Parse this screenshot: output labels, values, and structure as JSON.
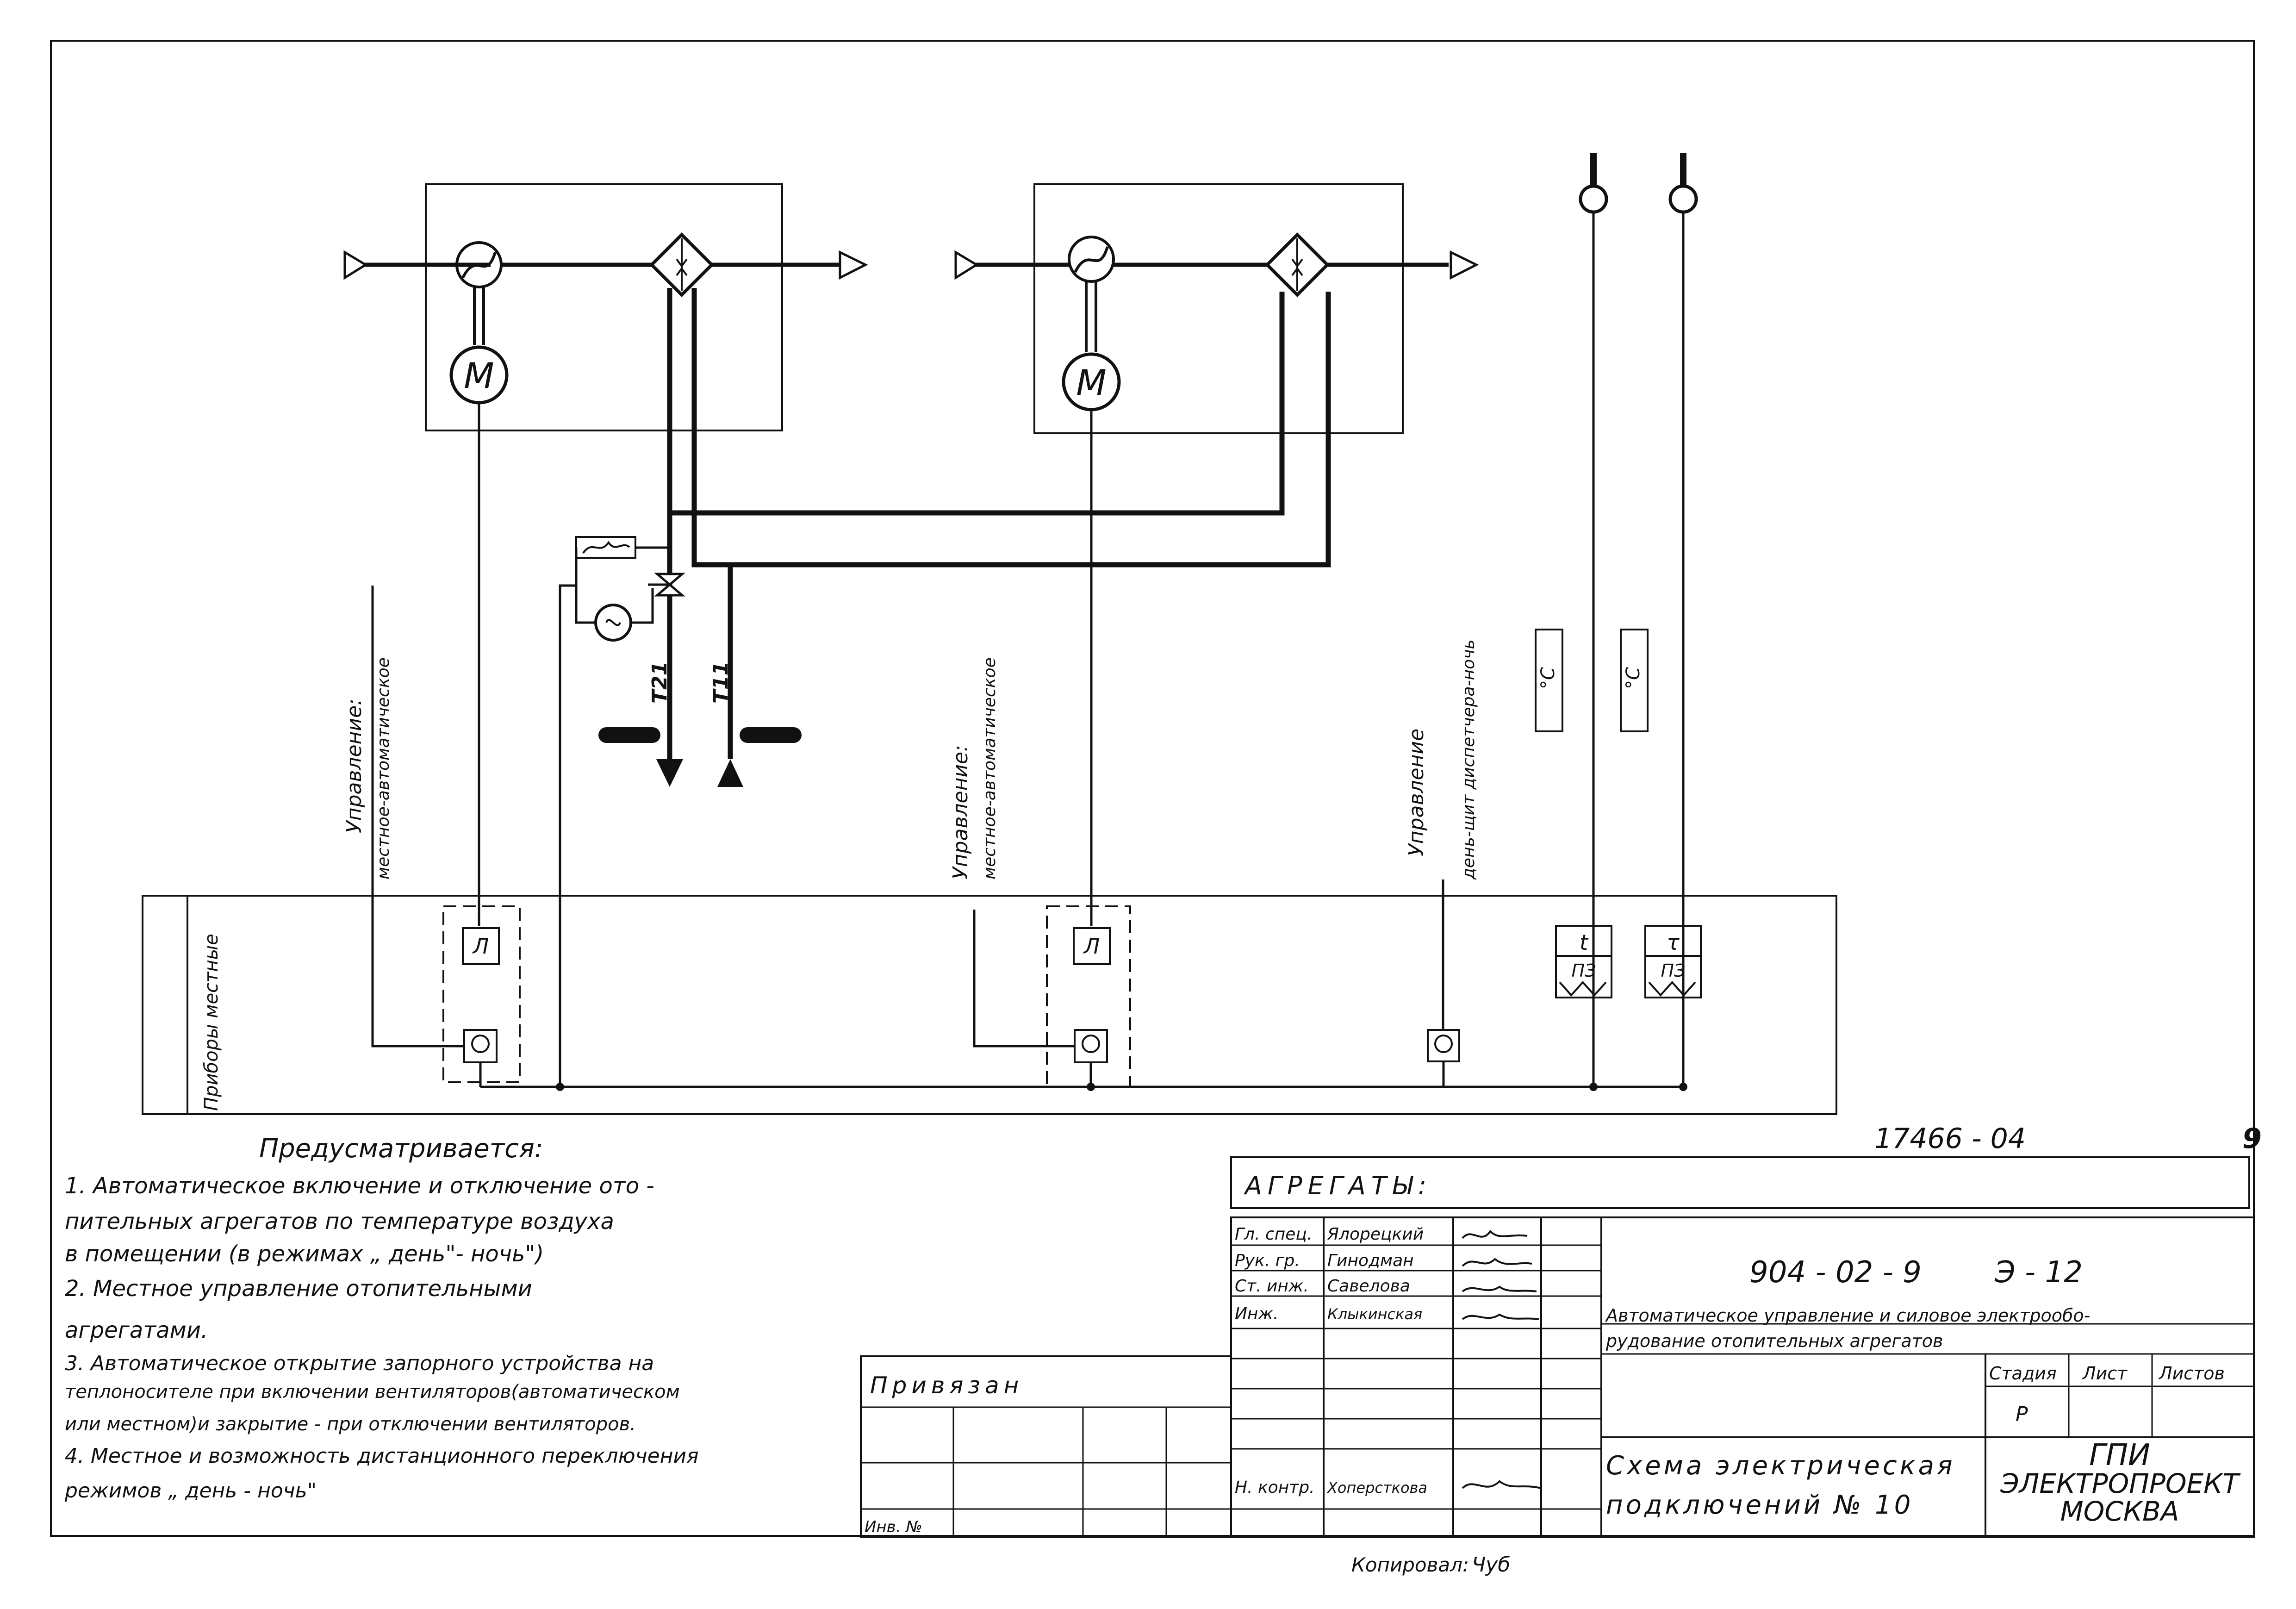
{
  "schematic": {
    "control_labels": [
      {
        "title": "Управление:",
        "mode": "местное-автоматическое"
      },
      {
        "title": "Управление:",
        "mode": "местное-автоматическое"
      },
      {
        "title": "Управление",
        "mode": "день-щит диспетчера-ночь"
      }
    ],
    "pipe_labels": [
      "Т21",
      "Т11"
    ],
    "temp_units": [
      "°C",
      "°C"
    ],
    "panel_label": "Приборы местные",
    "relay_letters": [
      "Л",
      "Л"
    ],
    "thermostats": [
      {
        "sym": "t",
        "code": "ПЗ"
      },
      {
        "sym": "τ",
        "code": "ПЗ"
      }
    ]
  },
  "notes": {
    "title": "Предусматривается:",
    "lines": [
      "1. Автоматическое включение и отключение ото -",
      "    пительных агрегатов по температуре воздуха",
      "    в помещении (в режимах „ день\"- ночь\")",
      "2. Местное управление отопительными",
      "    агрегатами.",
      "3. Автоматическое открытие запорного устройства на",
      "    теплоносителе при включении вентиляторов(автоматическом",
      "    или местном)и закрытие - при отключении вентиляторов.",
      "4. Местное и возможность дистанционного переключения",
      "    режимов  „ день - ночь\""
    ]
  },
  "title_block": {
    "doc_id": "17466 - 04",
    "sheet_no": "9",
    "agregaty": "АГРЕГАТЫ:",
    "roles": [
      "Гл. спец.",
      "Рук. гр.",
      "Ст. инж.",
      "Инж."
    ],
    "names": [
      "Ялорецкий",
      "Гинодман",
      "Савелова",
      "Клыкинская"
    ],
    "n_kontr_role": "Н. контр.",
    "n_kontr_name": "Хоперсткова",
    "project_code": "904 - 02 - 9",
    "drawing_code": "Э - 12",
    "description_1": "Автоматическое управление и силовое электрообо-",
    "description_2": "рудование отопительных агрегатов",
    "stadia_label": "Стадия",
    "list_label": "Лист",
    "listov_label": "Листов",
    "stadia_value": "Р",
    "scheme_title_1": "Схема электрическая",
    "scheme_title_2": "подключений № 10",
    "org_1": "ГПИ",
    "org_2": "ЭЛЕКТРОПРОЕКТ",
    "org_3": "МОСКВА",
    "privyazan": "Привязан",
    "inv_no": "Инв. №",
    "kopiroval": "Копировал:",
    "kopiroval_sig": "Чуб"
  }
}
